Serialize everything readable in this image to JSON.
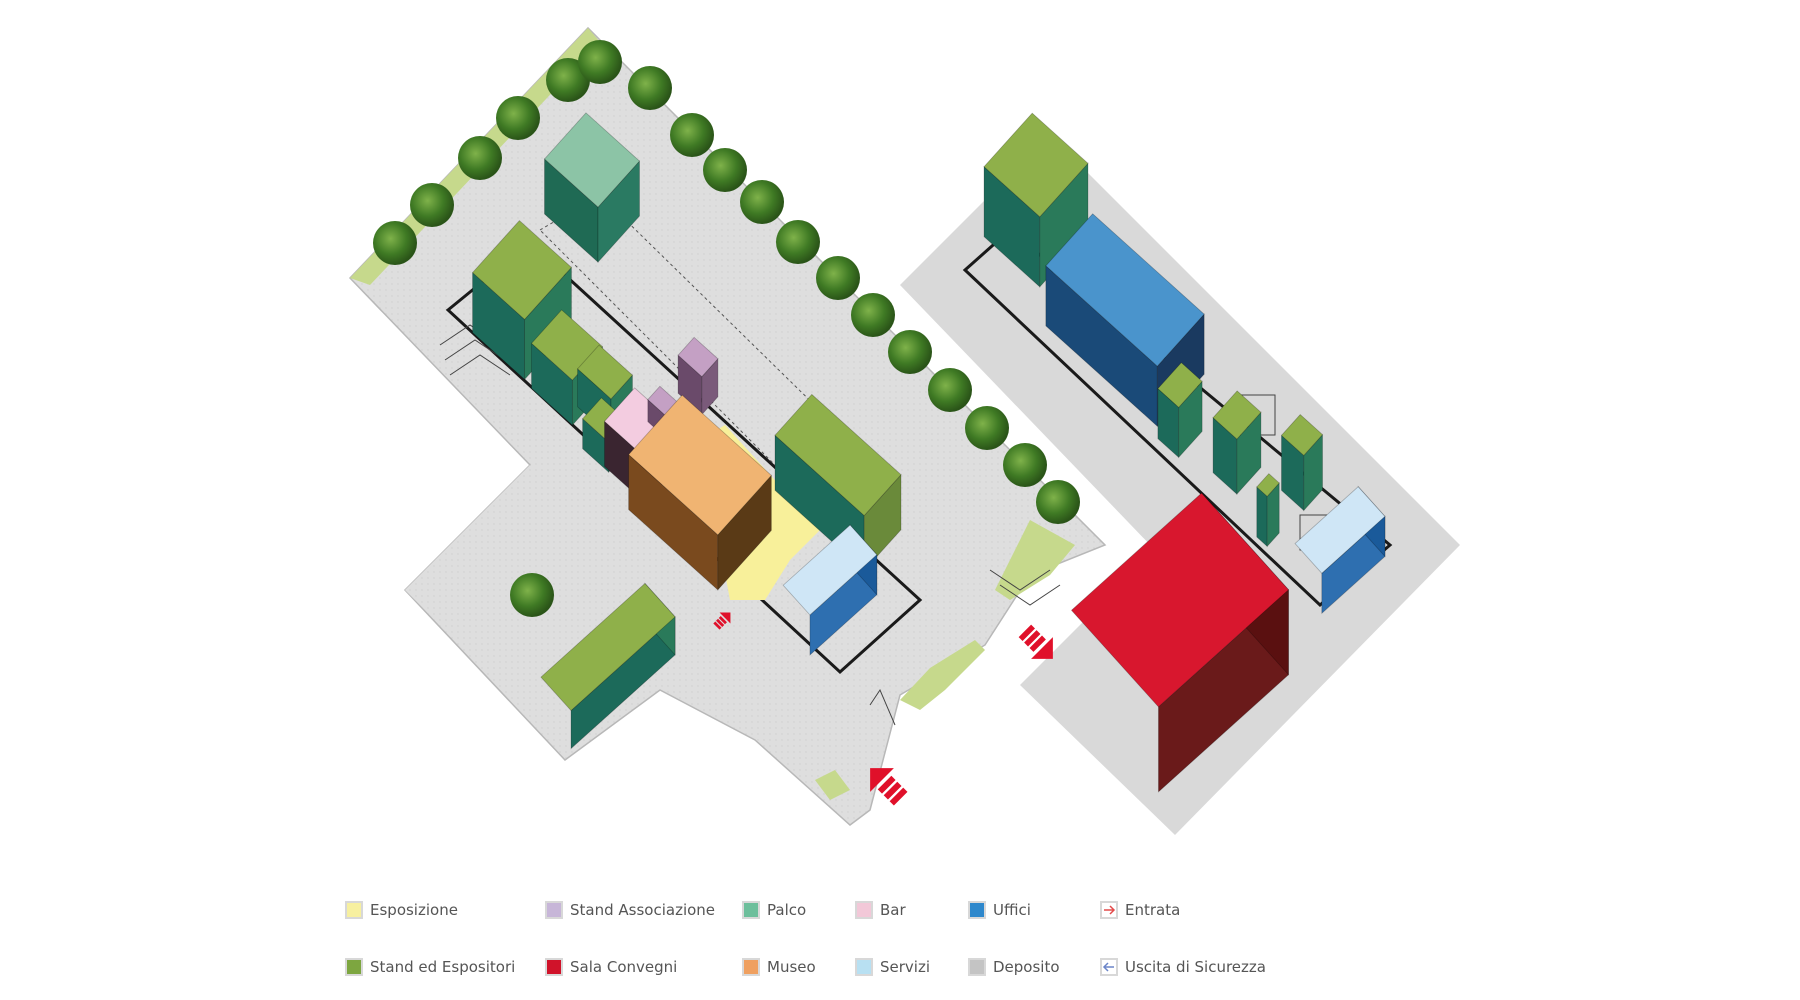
{
  "legend": {
    "items": [
      {
        "id": "esposizione",
        "label": "Esposizione",
        "color": "#f7f0a0",
        "kind": "swatch"
      },
      {
        "id": "stand-associazione",
        "label": "Stand Associazione",
        "color": "#c7b6d8",
        "kind": "swatch"
      },
      {
        "id": "palco",
        "label": "Palco",
        "color": "#6dbf9c",
        "kind": "swatch"
      },
      {
        "id": "bar",
        "label": "Bar",
        "color": "#f2c8d8",
        "kind": "swatch"
      },
      {
        "id": "uffici",
        "label": "Uffici",
        "color": "#2e88cc",
        "kind": "swatch"
      },
      {
        "id": "entrata",
        "label": "Entrata",
        "color": "#e34a4a",
        "kind": "arrow"
      },
      {
        "id": "stand-espositori",
        "label": "Stand ed Espositori",
        "color": "#7da640",
        "kind": "swatch"
      },
      {
        "id": "sala-convegni",
        "label": "Sala Convegni",
        "color": "#d0132a",
        "kind": "swatch"
      },
      {
        "id": "museo",
        "label": "Museo",
        "color": "#efa060",
        "kind": "swatch"
      },
      {
        "id": "servizi",
        "label": "Servizi",
        "color": "#b8e0f2",
        "kind": "swatch"
      },
      {
        "id": "deposito",
        "label": "Deposito",
        "color": "#c4c4c4",
        "kind": "swatch"
      },
      {
        "id": "uscita-sicurezza",
        "label": "Uscita di Sicurezza",
        "color": "#6a84c8",
        "kind": "arrow"
      }
    ]
  },
  "colors": {
    "ground": "#dadada",
    "lawn": "#c8d98a",
    "tree": "#4d8a2a",
    "stand_top": "#8fb04a",
    "stand_side": "#1c6a5a",
    "palco_top": "#8cc4a6",
    "palco_side": "#1f6a54",
    "uffici_top": "#4a94cc",
    "uffici_side": "#1a4a78",
    "servizi_top": "#cfe6f6",
    "servizi_side": "#2e6fb0",
    "museo_top": "#f0b472",
    "museo_side": "#7a4a1e",
    "bar_top": "#f3cce0",
    "bar_side": "#3a2530",
    "assoc_top": "#c4a0c4",
    "assoc_side": "#6a4a6a",
    "sala_top": "#d8172e",
    "sala_side": "#6a1a1a",
    "esposizione": "#f8f09a",
    "arrow": "#e0102a"
  }
}
